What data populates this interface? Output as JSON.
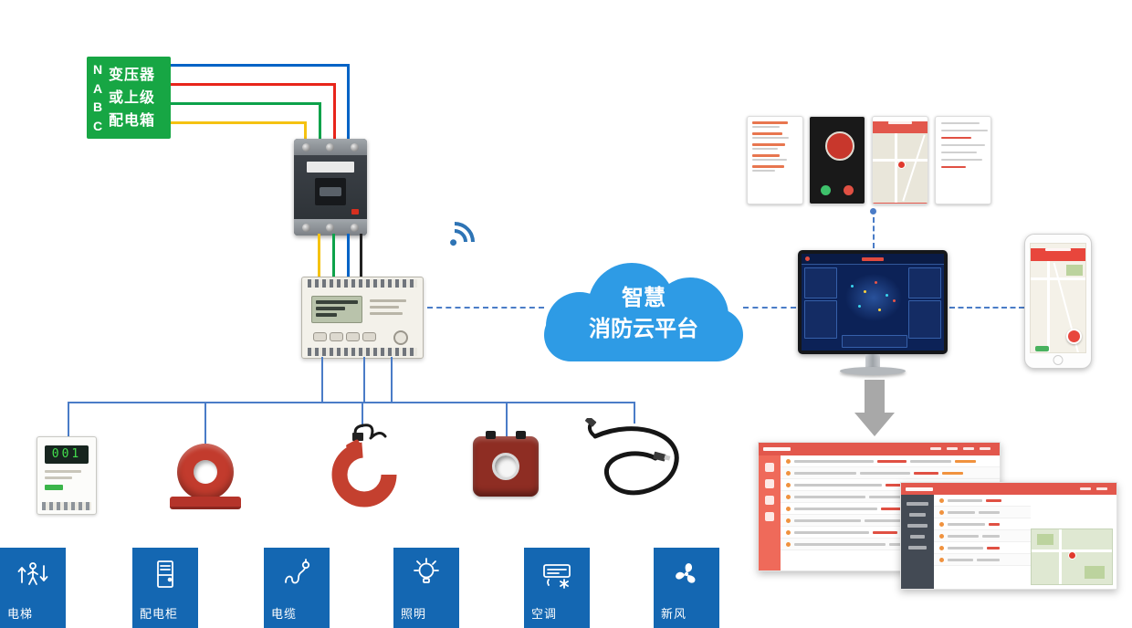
{
  "source_panel": {
    "phase_labels": [
      "N",
      "A",
      "B",
      "C"
    ],
    "title_lines": [
      "变压器",
      "或上级",
      "配电箱"
    ]
  },
  "cloud": {
    "line1": "智慧",
    "line2": "消防云平台"
  },
  "meter": {
    "display": "001"
  },
  "categories": [
    {
      "label": "电梯",
      "icon": "elevator-icon"
    },
    {
      "label": "配电柜",
      "icon": "distribution-cabinet-icon"
    },
    {
      "label": "电缆",
      "icon": "cable-icon"
    },
    {
      "label": "照明",
      "icon": "lighting-icon"
    },
    {
      "label": "空调",
      "icon": "air-conditioner-icon"
    },
    {
      "label": "新风",
      "icon": "fresh-air-icon"
    }
  ],
  "icons": [
    "wifi-icon",
    "cloud-icon",
    "arrow-down-icon"
  ],
  "colors": {
    "green": "#17A644",
    "tile_blue": "#1467B2",
    "cloud_blue": "#2E9BE5",
    "wire_blue": "#0063C6",
    "wire_red": "#E8251B",
    "wire_green": "#0DA24A",
    "wire_yellow": "#F5C211",
    "link_blue": "#4A7CC7",
    "ui_red": "#E2574C",
    "wifi": "#2E74B5"
  }
}
